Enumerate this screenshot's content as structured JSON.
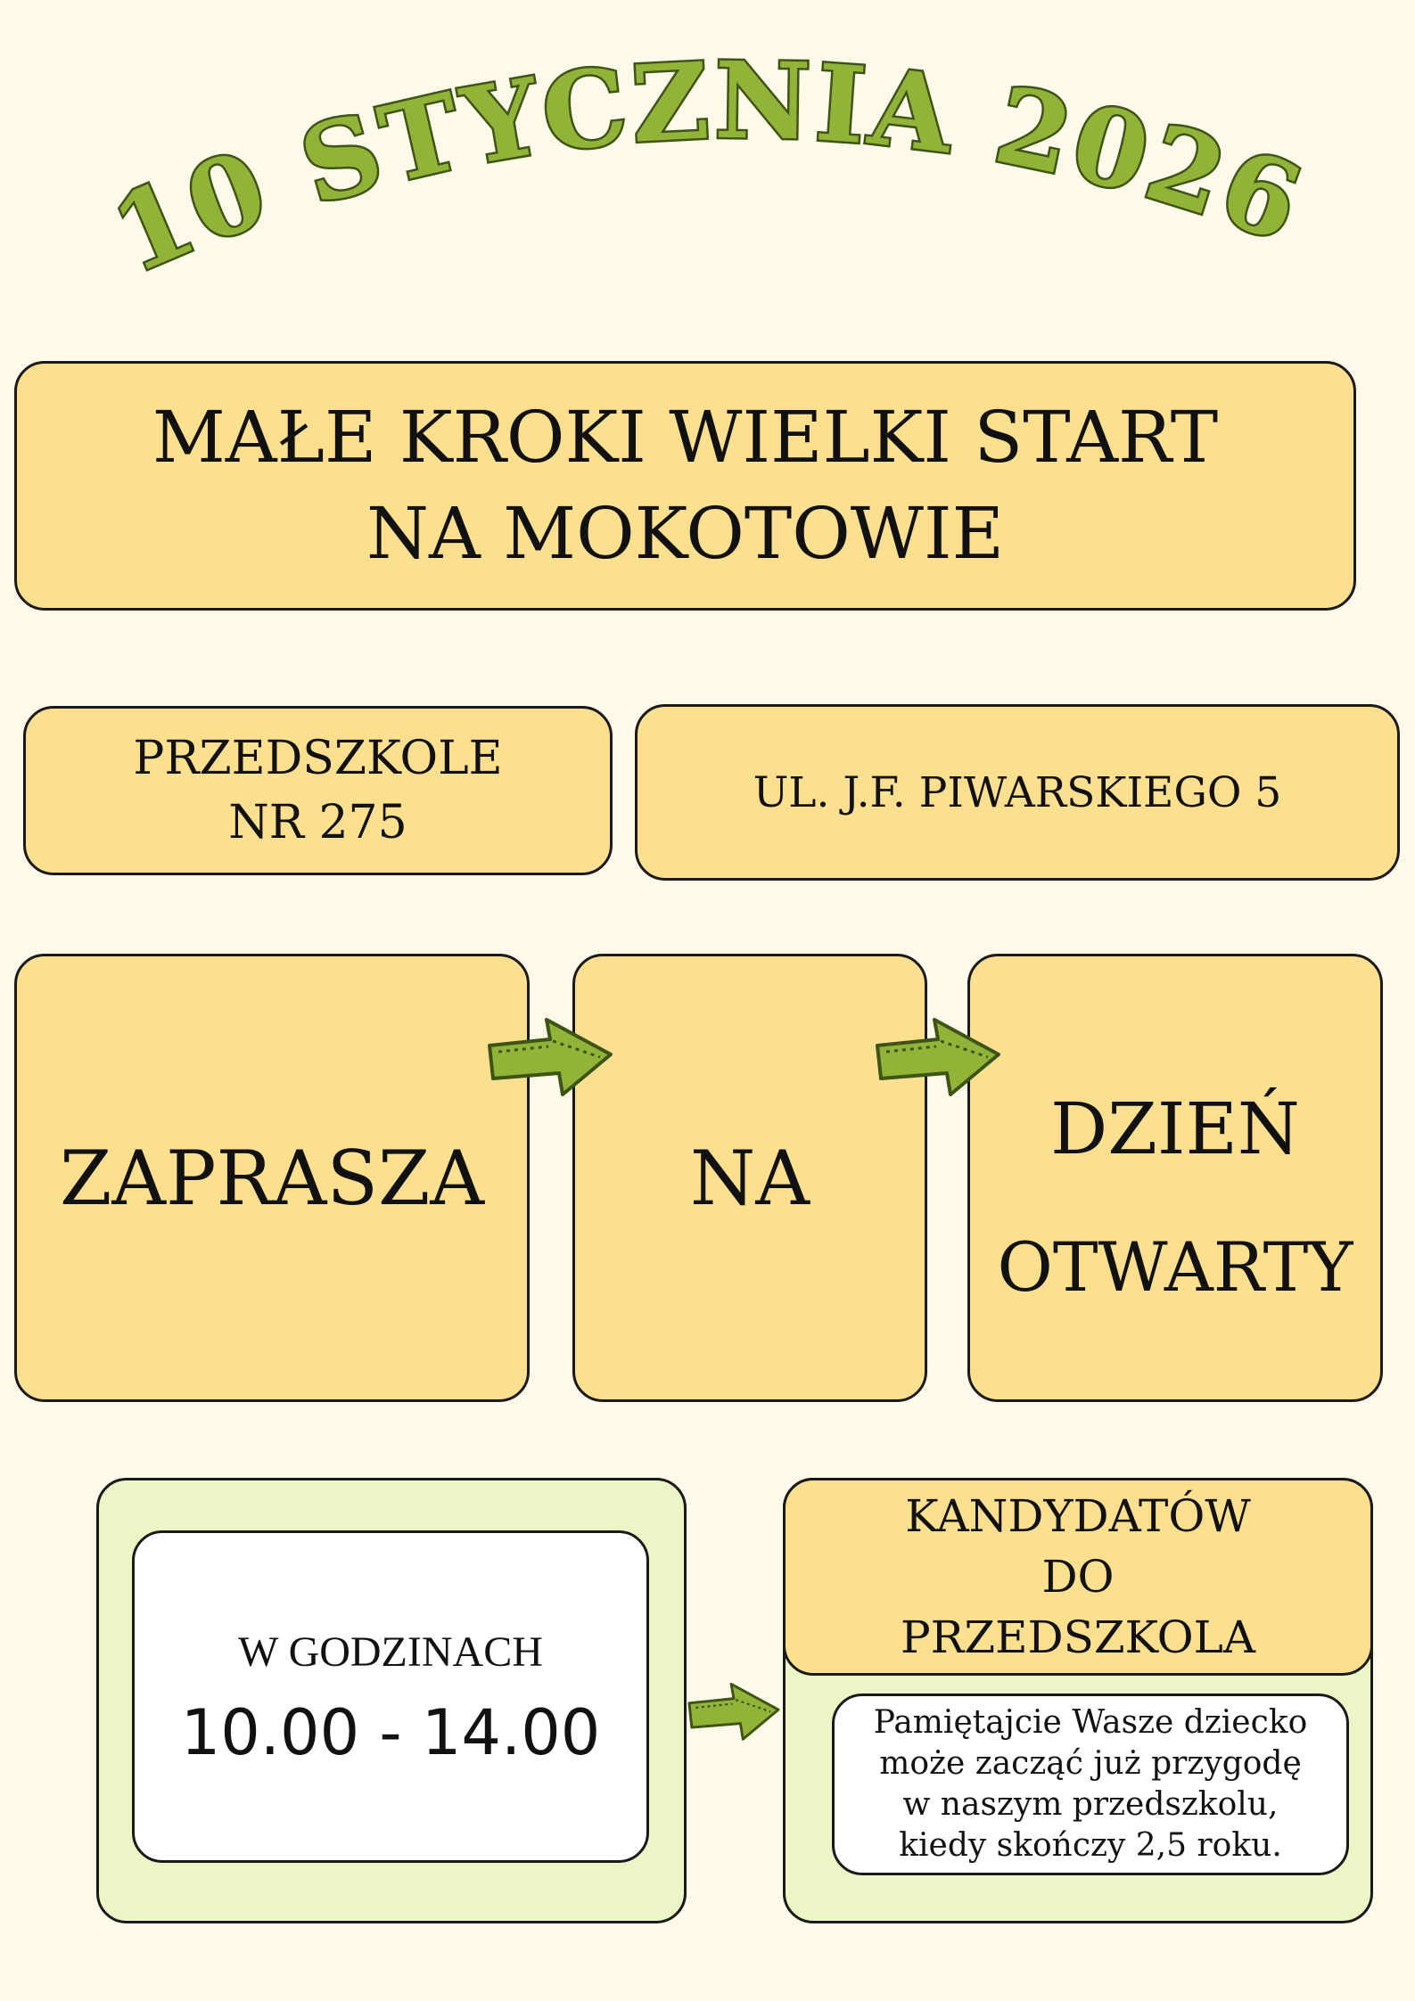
{
  "header": {
    "date_arc": "10 STYCZNIA 2026"
  },
  "title": {
    "line1": "MAŁE KROKI WIELKI START",
    "line2": "NA MOKOTOWIE"
  },
  "school": {
    "line1": "PRZEDSZKOLE",
    "line2": "NR 275"
  },
  "address": "UL. J.F. PIWARSKIEGO 5",
  "flow": {
    "step1": "ZAPRASZA",
    "step2": "NA",
    "step3_line1": "DZIEŃ",
    "step3_line2": "OTWARTY"
  },
  "hours": {
    "label": "W GODZINACH",
    "value": "10.00 - 14.00"
  },
  "candidates": {
    "line1": "KANDYDATÓW",
    "line2": "DO",
    "line3": "PRZEDSZKOLA"
  },
  "note": {
    "line1": "Pamiętajcie Wasze dziecko",
    "line2": "może zacząć już przygodę",
    "line3": "w naszym przedszkolu,",
    "line4": "kiedy skończy 2,5 roku."
  },
  "colors": {
    "background": "#fef9e8",
    "box_fill": "#fddf90",
    "green_panel": "#ecf5c6",
    "arc_text": "#93b338",
    "arc_outline": "#3d5417",
    "arrow": "#93b338"
  },
  "icons": [
    "arrow-right-icon",
    "arrow-right-icon",
    "arrow-right-icon"
  ]
}
